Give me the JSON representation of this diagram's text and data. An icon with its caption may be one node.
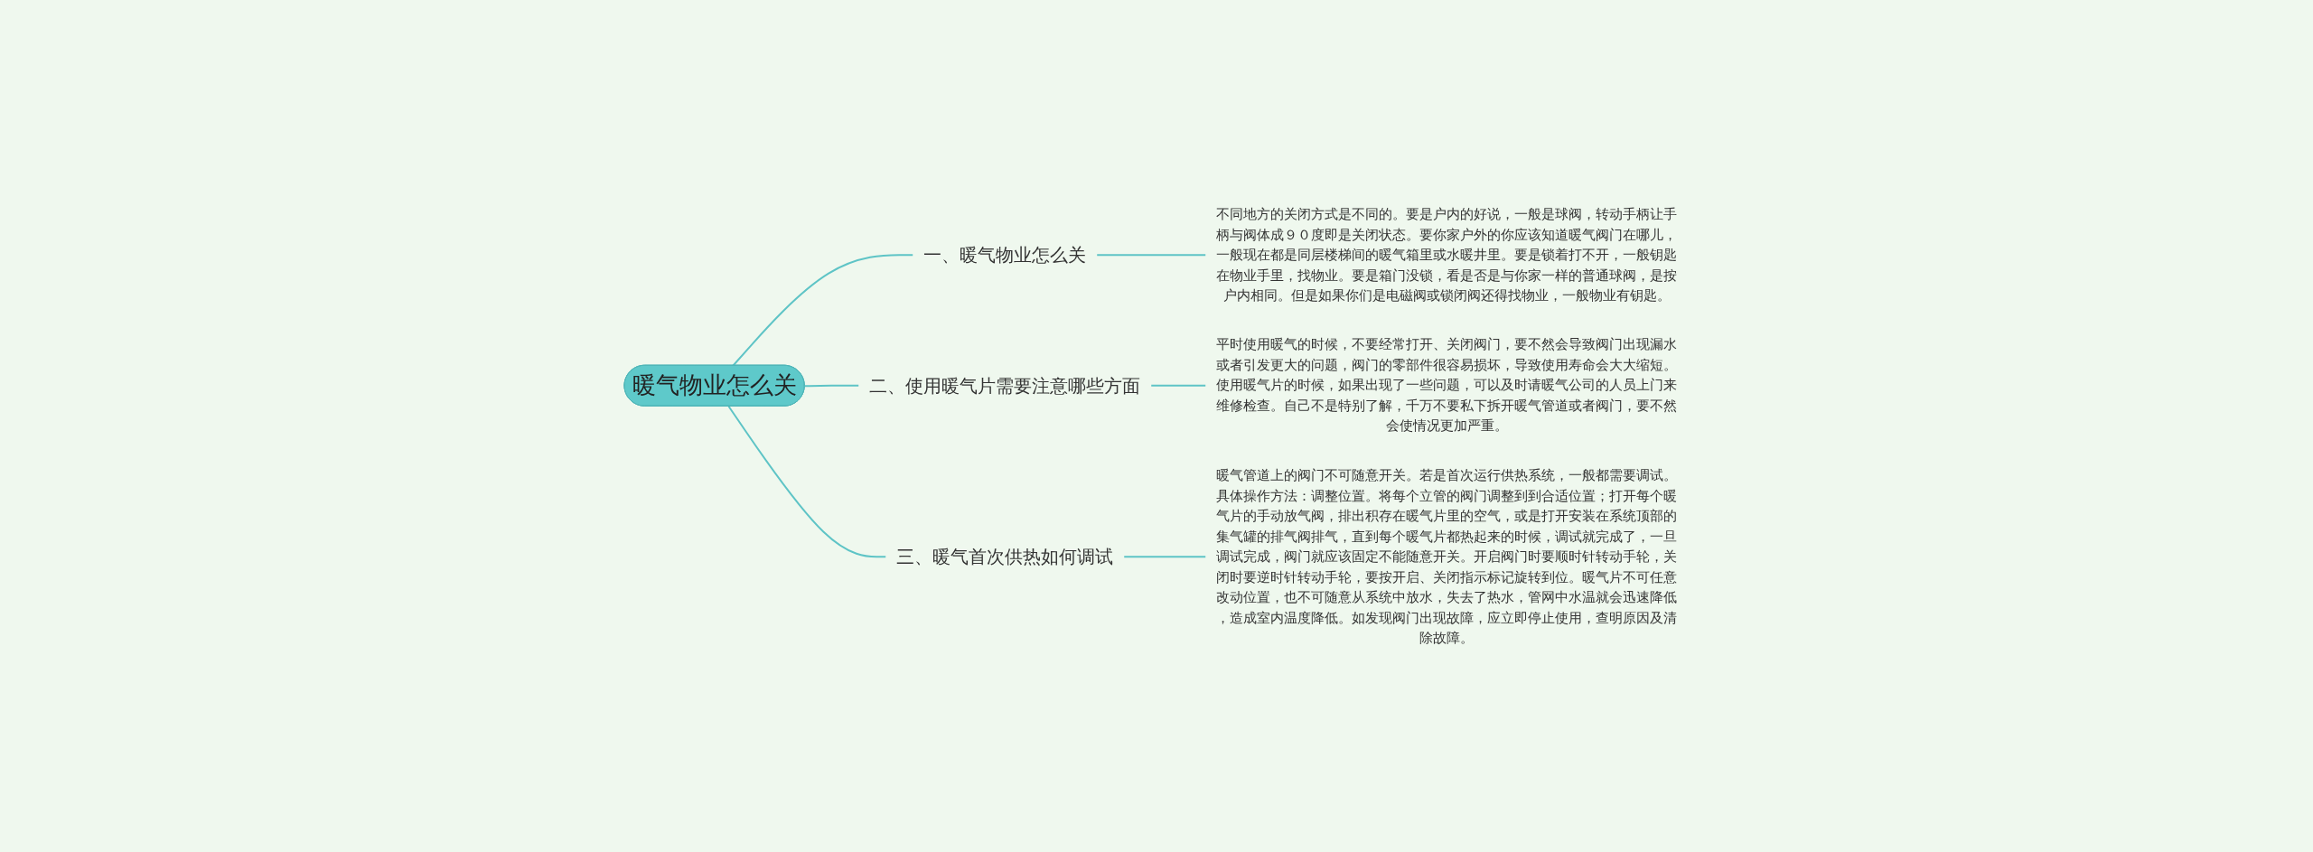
{
  "diagram": {
    "nodes": [
      {
        "text": [
          "暖气物业怎么关"
        ]
      },
      {
        "text": [
          "一、暖气物业怎么关"
        ]
      },
      {
        "text": [
          "不同地方的关闭方式是不同的。要是户内的好说，一般是球阀，转动手柄让手柄与阀体成９０度即是关闭状态。要你家户外的你应该知道暖气阀门在哪儿，一般现在都是同层楼梯间的暖气箱里或水暖井里。要是锁着打不开，一般钥匙在物业手里，找物业。要是箱门没锁，看是否是与你家一样的普通球阀，是按户内相同。但是如果你们是电磁阀或锁闭阀还得找物业，一般物业有钥匙。"
        ]
      },
      {
        "text": [
          "二、使用暖气片需要注意哪些方面"
        ]
      },
      {
        "text": [
          "平时使用暖气的时候，不要经常打开、关闭阀门，要不然会导致阀门出现漏水或者引发更大的问题，阀门的零部件很容易损坏，导致使用寿命会大大缩短。使用暖气片的时候，如果出现了一些问题，可以及时请暖气公司的人员上门来维修检查。自己不是特别了解，千万不要私下拆开暖气管道或者阀门，要不然会使情况更加严重。"
        ]
      },
      {
        "text": [
          "三、暖气首次供热如何调试"
        ]
      },
      {
        "text": [
          "暖气管道上的阀门不可随意开关。若是首次运行供热系统，一般都需要调试。具体操作方法：调整位置。将每个立管的阀门调整到到合适位置；打开每个暖气片的手动放气阀，排出积存在暖气片里的空气，或是打开安装在系统顶部的集气罐的排气阀排气，直到每个暖气片都热起来的时候，调试就完成了，一旦调试完成，阀门就应该固定不能随意开关。开启阀门时要顺时针转动手轮，关闭时要逆时针转动手轮，要按开启、关闭指示标记旋转到位。暖气片不可任意改动位置，也不可随意从系统中放水，失去了热水，管网中水温就会迅速降低，造成室内温度降低。如发现阀门出现故障，应立即停止使用，查明原因及清除故障。"
        ]
      }
    ],
    "edges": [
      {
        "from": 0,
        "to": 1,
        "arrow": "none"
      },
      {
        "from": 1,
        "to": 2,
        "arrow": "none"
      },
      {
        "from": 0,
        "to": 3,
        "arrow": "none"
      },
      {
        "from": 3,
        "to": 4,
        "arrow": "none"
      },
      {
        "from": 0,
        "to": 5,
        "arrow": "none"
      },
      {
        "from": 5,
        "to": 6,
        "arrow": "none"
      }
    ]
  }
}
